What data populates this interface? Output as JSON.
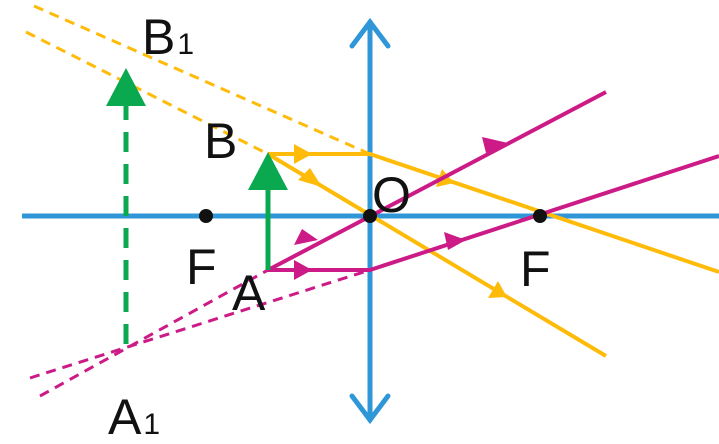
{
  "labels": {
    "B1_main": "B",
    "B1_sub": "1",
    "B": "B",
    "O": "O",
    "F_left": "F",
    "A": "A",
    "F_right": "F",
    "A1_main": "A",
    "A1_sub": "1"
  },
  "colors": {
    "axis": "#2f97d8",
    "object": "#0aa84f",
    "ray_top": "#ffbb0a",
    "ray_bottom": "#cc1a86",
    "point": "#111111"
  }
}
